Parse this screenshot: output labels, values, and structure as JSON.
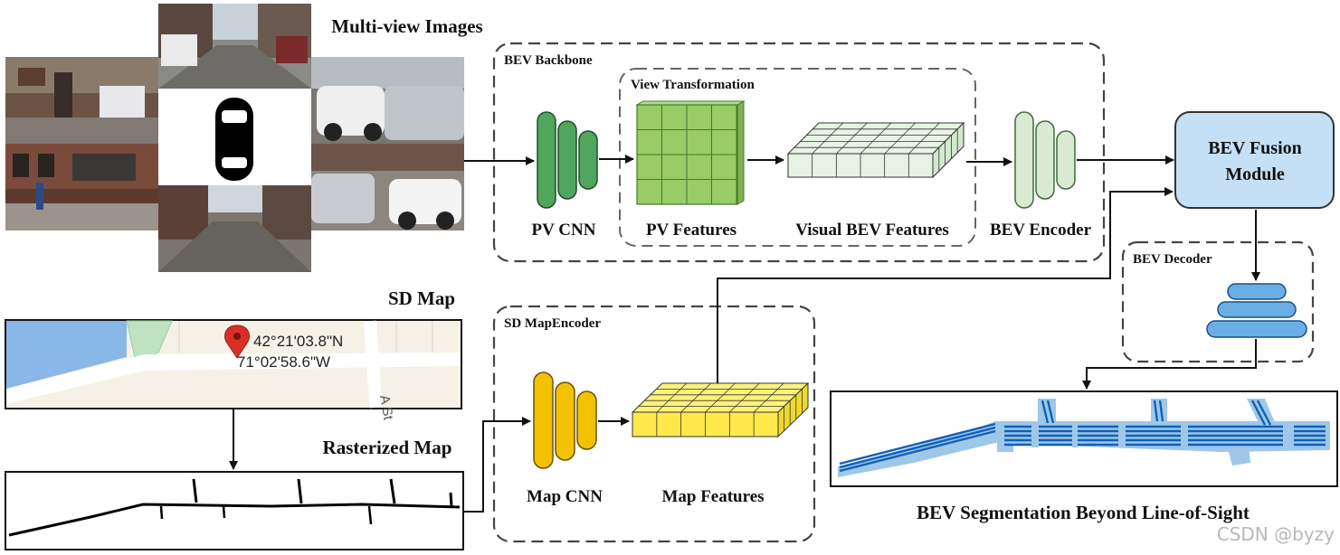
{
  "title": "Multi-view Images",
  "bev_backbone": {
    "label": "BEV Backbone",
    "view_transformation_label": "View Transformation",
    "pv_cnn_label": "PV CNN",
    "pv_features_label": "PV Features",
    "visual_bev_features_label": "Visual BEV Features",
    "bev_encoder_label": "BEV Encoder"
  },
  "fusion": {
    "line1": "BEV Fusion",
    "line2": "Module"
  },
  "decoder": {
    "label": "BEV Decoder"
  },
  "sd_map": {
    "title": "SD Map",
    "lat": "42°21'03.8\"N",
    "lon": "71°02'58.6\"W",
    "street": "A St"
  },
  "rasterized_map_label": "Rasterized Map",
  "sd_map_encoder": {
    "label": "SD MapEncoder",
    "map_cnn_label": "Map CNN",
    "map_features_label": "Map Features"
  },
  "output_label": "BEV Segmentation Beyond Line-of-Sight",
  "watermark": "CSDN @byzy",
  "colors": {
    "pv_cnn": "#4fa65c",
    "pv_features": "#99cc66",
    "bev_encoder": "#d8ebd2",
    "map_cnn": "#f2c200",
    "map_features": "#ffe94a",
    "fusion_box": "#c5dff5",
    "decoder": "#6aaee6",
    "seg_light": "#9ec7e8",
    "seg_dark": "#1060b8"
  }
}
